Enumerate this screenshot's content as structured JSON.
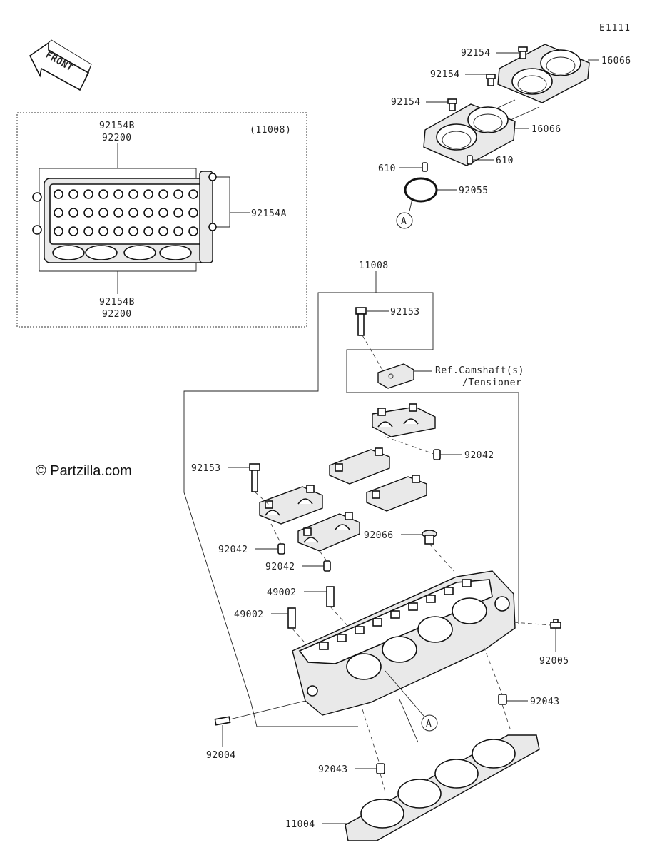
{
  "diagram": {
    "code": "E1111",
    "front_label": "FRONT",
    "copyright": "© Partzilla.com",
    "circle_ref": "A",
    "assembly_box": {
      "ref": "(11008)",
      "top_labels": [
        "92154B",
        "92200"
      ],
      "bottom_labels": [
        "92154B",
        "92200"
      ],
      "side_label": "92154A"
    },
    "callouts": {
      "top_bolt_1": "92154",
      "top_bolt_2": "92154",
      "top_bolt_3": "92154",
      "holder_upper": "16066",
      "holder_lower": "16066",
      "pin_left": "610",
      "pin_right": "610",
      "oring": "92055",
      "head_group": "11008",
      "bolt_long": "92153",
      "ref_note_1": "Ref.Camshaft(s)",
      "ref_note_2": "/Tensioner",
      "dowel_cap_right": "92042",
      "bolt_cap": "92153",
      "dowel_cap_left": "92042",
      "dowel_cap_mid": "92042",
      "plug": "92066",
      "guide_upper": "49002",
      "guide_lower": "49002",
      "fitting": "92005",
      "dowel_head_right": "92043",
      "stud": "92004",
      "dowel_head_left": "92043",
      "gasket": "11004"
    }
  }
}
